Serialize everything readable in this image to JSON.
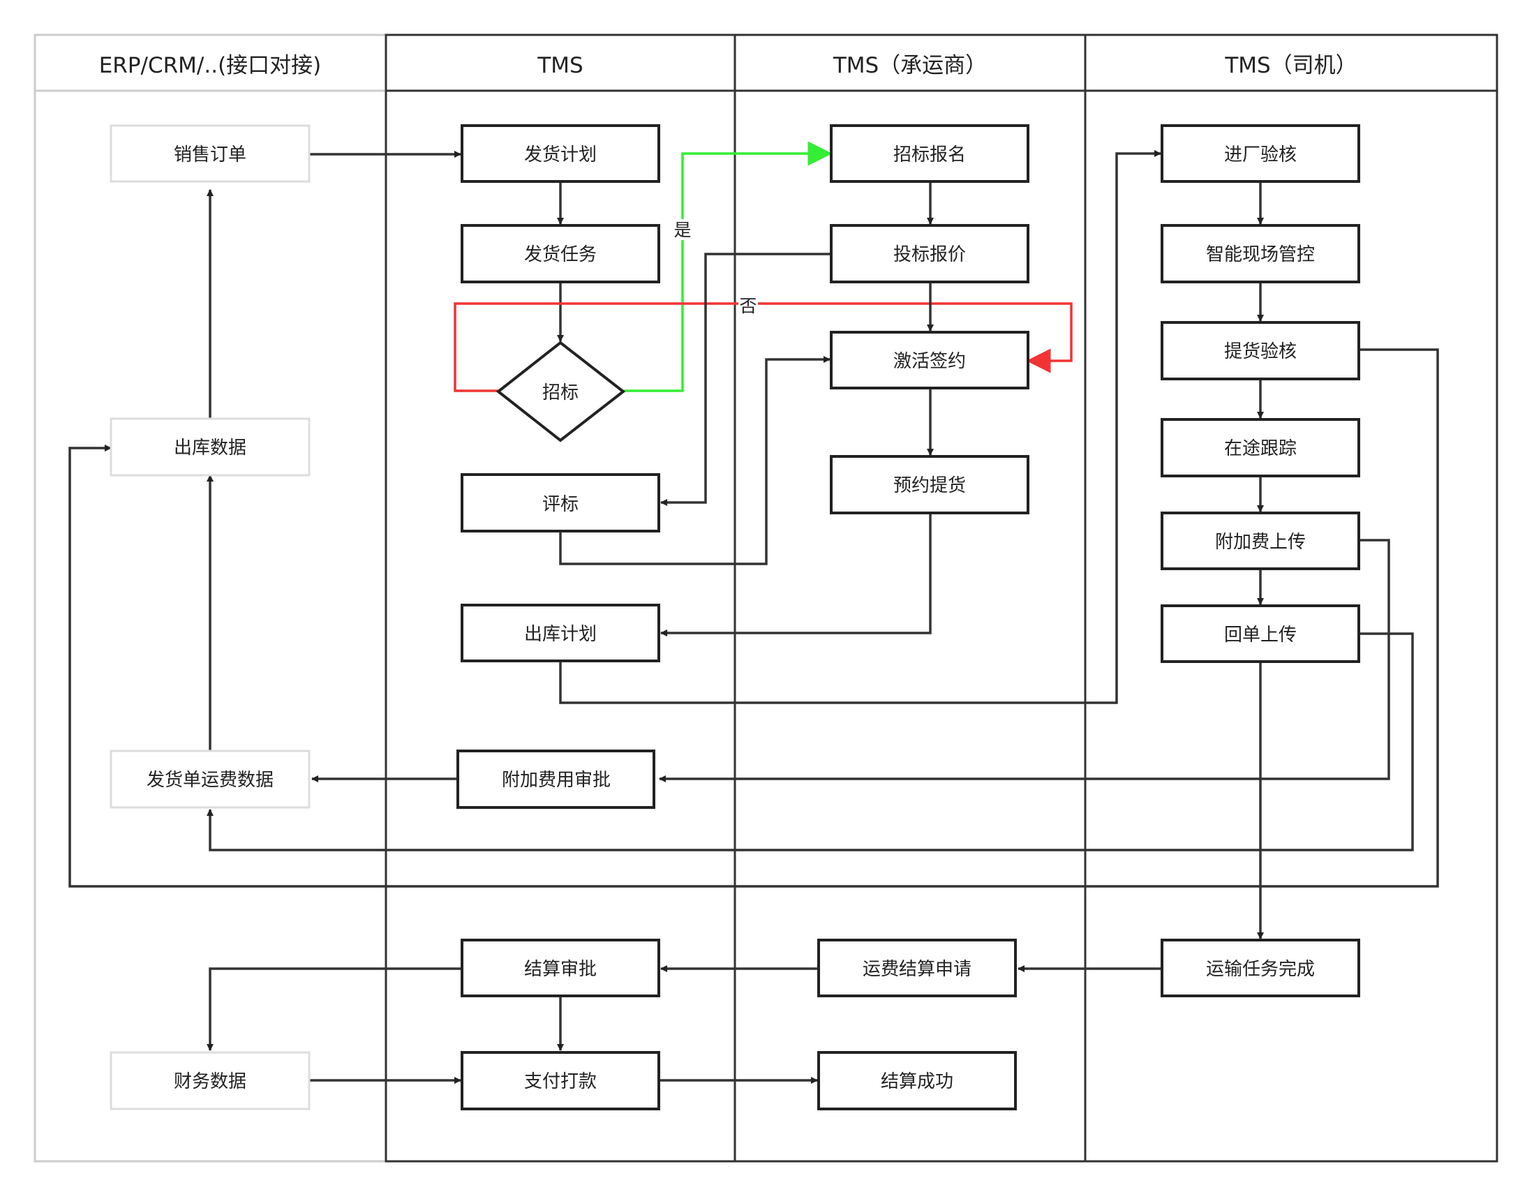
{
  "lanes": [
    {
      "id": "erp",
      "title": "ERP/CRM/..(接口对接)"
    },
    {
      "id": "tms",
      "title": "TMS"
    },
    {
      "id": "carrier",
      "title": "TMS（承运商）"
    },
    {
      "id": "driver",
      "title": "TMS（司机）"
    }
  ],
  "nodes": {
    "sales_order": "销售订单",
    "outbound_data": "出库数据",
    "freight_data": "发货单运费数据",
    "finance_data": "财务数据",
    "ship_plan": "发货计划",
    "ship_task": "发货任务",
    "tender": "招标",
    "evaluation": "评标",
    "outbound_plan": "出库计划",
    "surcharge_approval": "附加费用审批",
    "settle_approval": "结算审批",
    "payment": "支付打款",
    "bid_signup": "招标报名",
    "bid_quote": "投标报价",
    "activate_contract": "激活签约",
    "pickup_appointment": "预约提货",
    "freight_settle_apply": "运费结算申请",
    "settle_success": "结算成功",
    "gate_check": "进厂验核",
    "site_control": "智能现场管控",
    "pickup_check": "提货验核",
    "in_transit": "在途跟踪",
    "surcharge_upload": "附加费上传",
    "receipt_upload": "回单上传",
    "task_complete": "运输任务完成"
  },
  "edge_labels": {
    "yes": "是",
    "no": "否"
  },
  "colors": {
    "line": "#333333",
    "yes_branch": "#33ee33",
    "no_branch": "#f23333",
    "external_box": "#dddddd"
  }
}
